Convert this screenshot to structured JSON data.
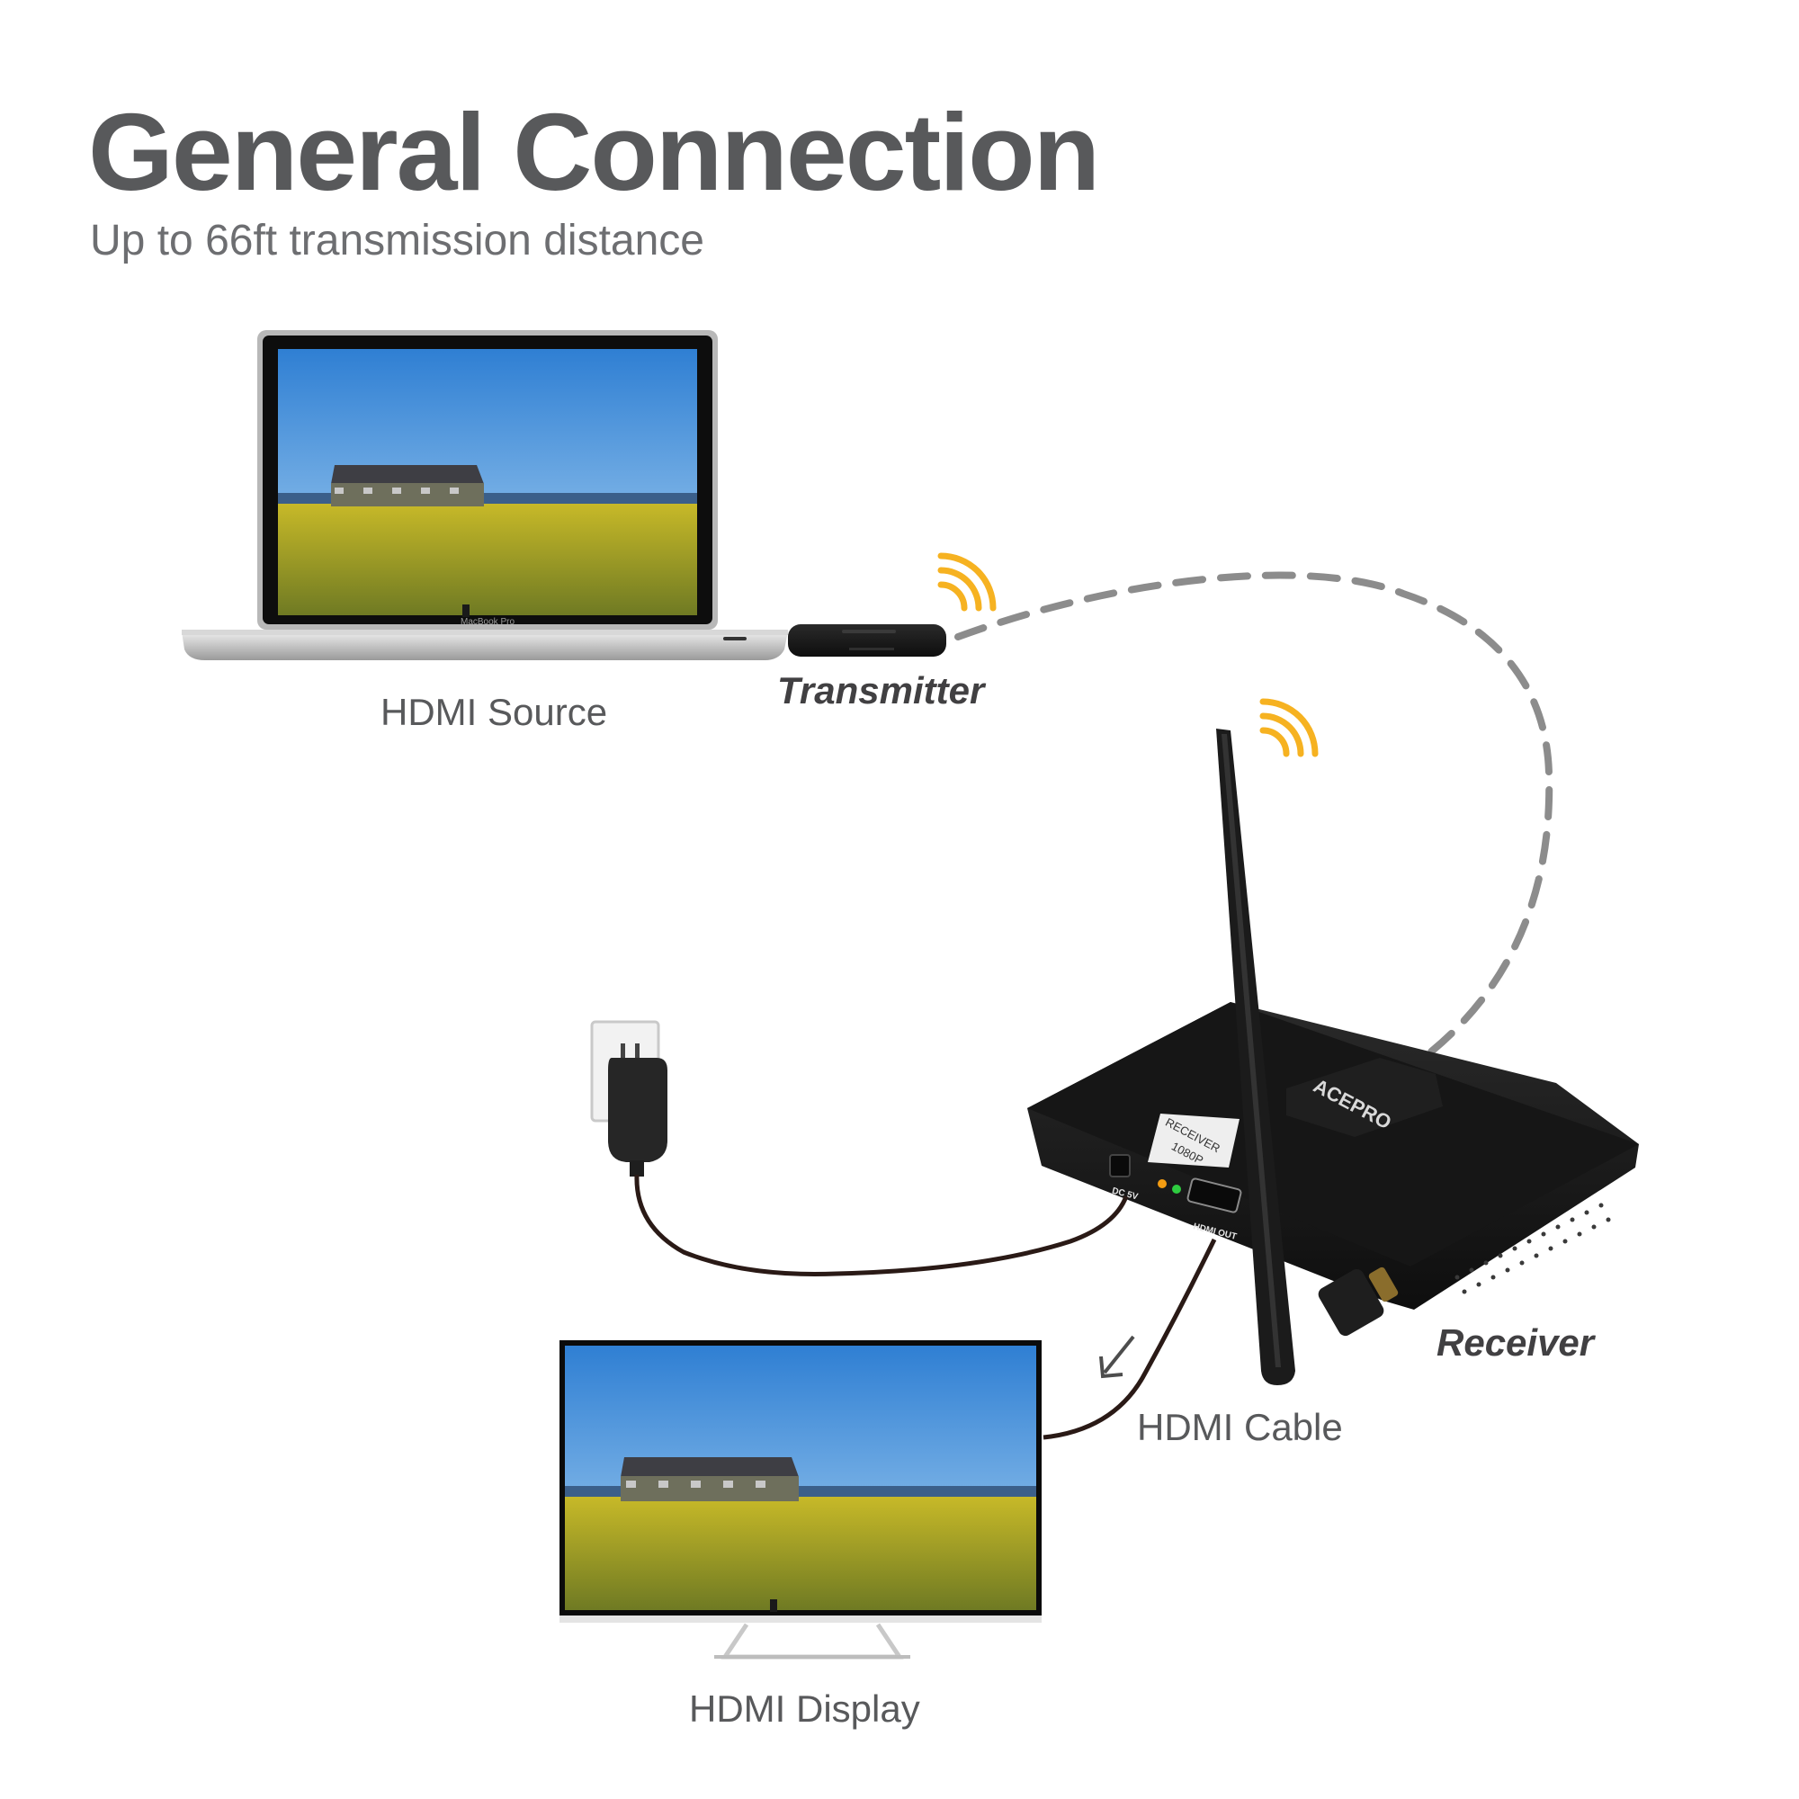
{
  "title": "General Connection",
  "subtitle": "Up to 66ft transmission distance",
  "labels": {
    "hdmi_source": "HDMI Source",
    "transmitter": "Transmitter",
    "receiver": "Receiver",
    "hdmi_cable": "HDMI Cable",
    "hdmi_display": "HDMI Display"
  },
  "device_text": {
    "laptop_brand": "MacBook Pro",
    "receiver_brand": "ACEPRO",
    "receiver_sticker": "RECEIVER",
    "resolution": "1080P",
    "dc_port": "DC 5V",
    "hdmi_port": "HDMI OUT"
  },
  "colors": {
    "heading": "#58595b",
    "signal_wave": "#f6b221",
    "wireless_link": "#8c8c8c",
    "device_body": "#1c1c1c",
    "cable": "#2a1a16",
    "sky": "#3d88d6",
    "field": "#c9c12a"
  }
}
